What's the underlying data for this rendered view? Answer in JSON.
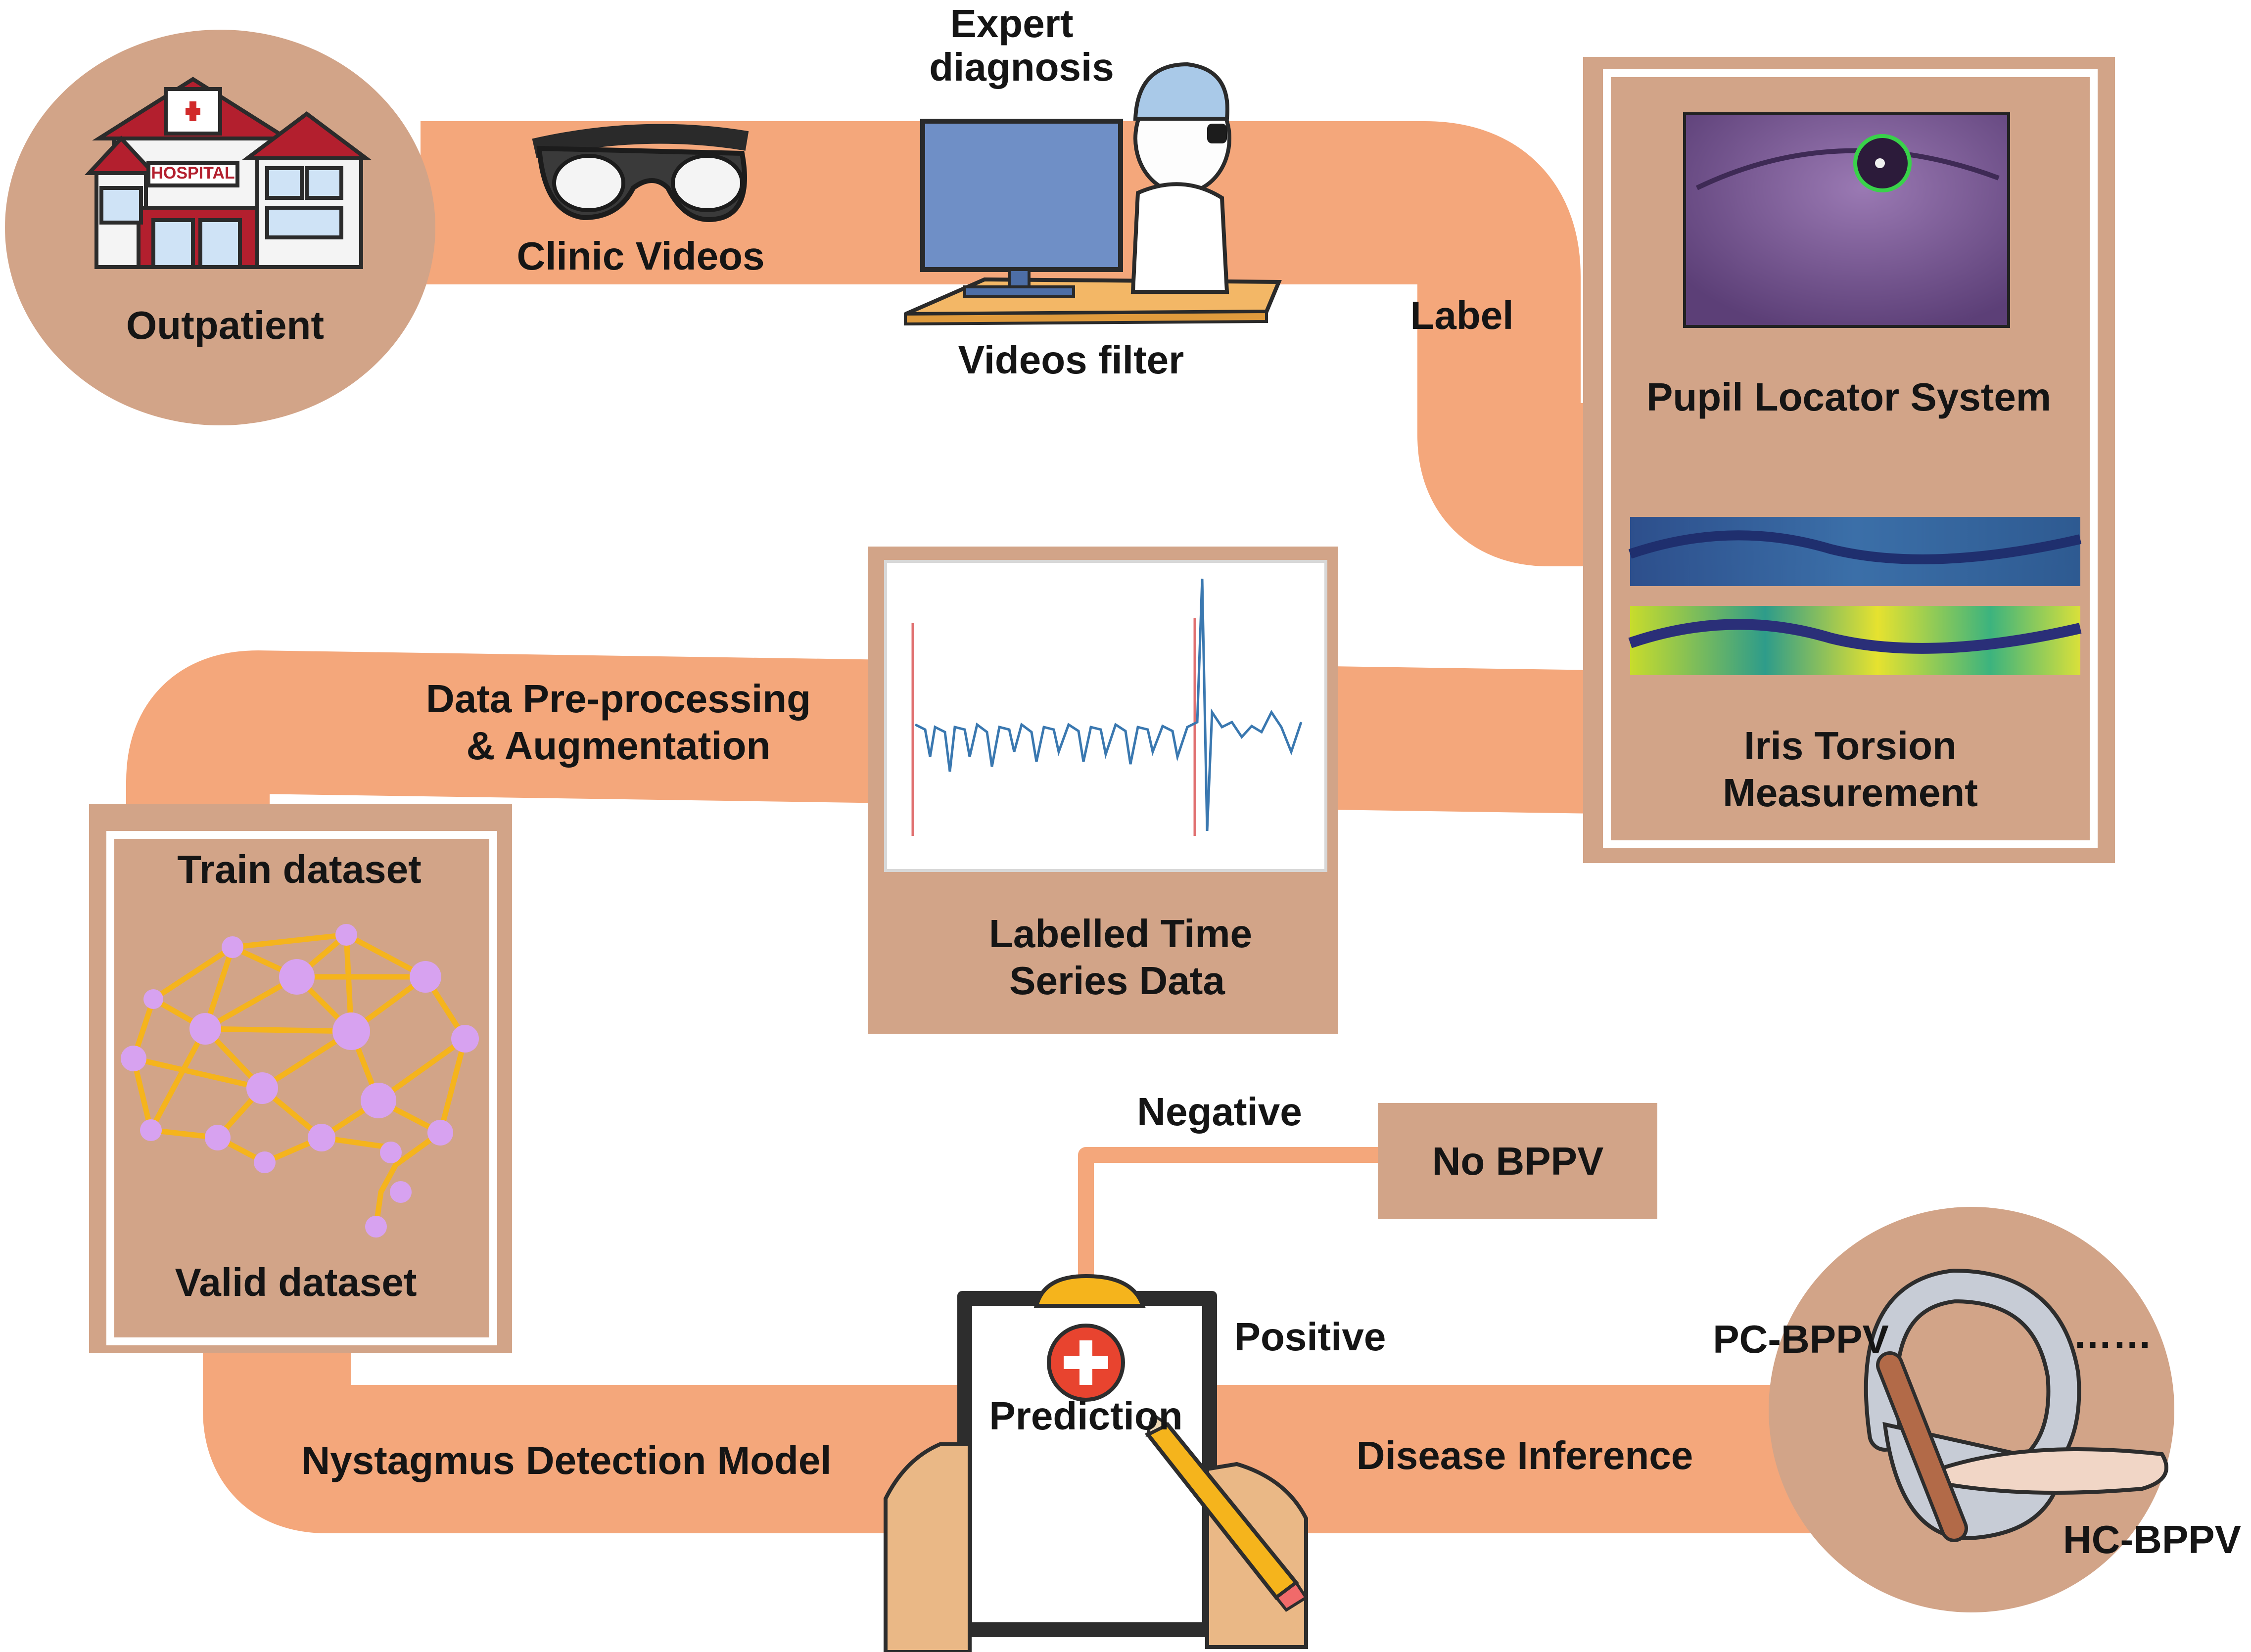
{
  "colors": {
    "path": "#f4a77b",
    "box": "#d2a488",
    "circle": "#d2a488",
    "node": "#d7a2f0",
    "edge": "#f5b41c"
  },
  "nodes": {
    "outpatient": {
      "label": "Outpatient",
      "icon": "hospital-icon",
      "sign": "HOSPITAL"
    },
    "clinic_videos": {
      "label": "Clinic Videos",
      "icon": "vr-goggles-icon"
    },
    "expert": {
      "label_line1": "Expert",
      "label_line2": "diagnosis",
      "caption": "Videos filter",
      "icon": "doctor-at-computer-icon"
    },
    "label_edge": {
      "label": "Label"
    },
    "pupil": {
      "label": "Pupil Locator System",
      "icon": "eye-image"
    },
    "iris": {
      "label_line1": "Iris Torsion",
      "label_line2": "Measurement",
      "icon": "iris-heatmap"
    },
    "preprocess": {
      "label_line1": "Data Pre-processing",
      "label_line2": "& Augmentation"
    },
    "timeseries": {
      "label_line1": "Labelled Time",
      "label_line2": "Series Data",
      "icon": "time-series-plot"
    },
    "dataset": {
      "train": "Train dataset",
      "valid": "Valid dataset",
      "icon": "neural-network-brain-icon"
    },
    "model": {
      "label": "Nystagmus Detection Model"
    },
    "prediction": {
      "label": "Prediction",
      "icon": "clipboard-icon"
    },
    "negative": {
      "label": "Negative"
    },
    "no_bppv": {
      "label": "No BPPV"
    },
    "positive": {
      "label": "Positive"
    },
    "disease": {
      "label": "Disease Inference"
    },
    "ear": {
      "pc": "PC-BPPV",
      "dots": "……",
      "hc": "HC-BPPV",
      "icon": "semicircular-canal-icon"
    }
  }
}
